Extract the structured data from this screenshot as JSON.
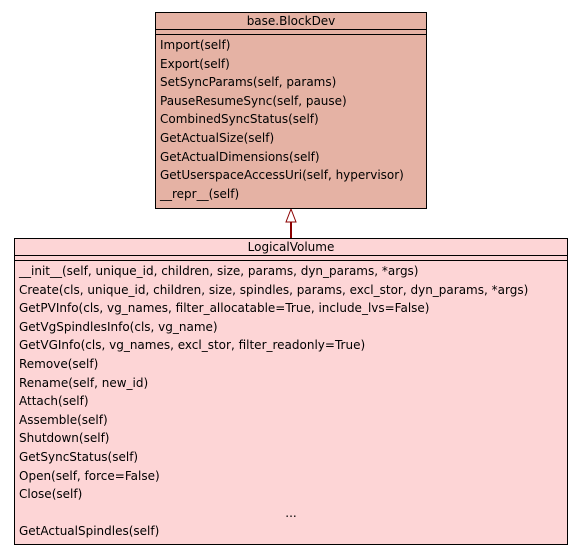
{
  "base_class": {
    "name": "base.BlockDev",
    "operations": [
      "Import(self)",
      "Export(self)",
      "SetSyncParams(self, params)",
      "PauseResumeSync(self, pause)",
      "CombinedSyncStatus(self)",
      "GetActualSize(self)",
      "GetActualDimensions(self)",
      "GetUserspaceAccessUri(self, hypervisor)",
      "__repr__(self)"
    ]
  },
  "derived_class": {
    "name": "LogicalVolume",
    "operations": [
      "__init__(self, unique_id, children, size, params, dyn_params, *args)",
      "Create(cls, unique_id, children, size, spindles, params, excl_stor, dyn_params, *args)",
      "GetPVInfo(cls, vg_names, filter_allocatable=True, include_lvs=False)",
      "GetVgSpindlesInfo(cls, vg_name)",
      "GetVGInfo(cls, vg_names, excl_stor, filter_readonly=True)",
      "Remove(self)",
      "Rename(self, new_id)",
      "Attach(self)",
      "Assemble(self)",
      "Shutdown(self)",
      "GetSyncStatus(self)",
      "Open(self, force=False)",
      "Close(self)",
      "...",
      "GetActualSpindles(self)"
    ]
  },
  "relationship": {
    "type": "inheritance",
    "from": "LogicalVolume",
    "to": "base.BlockDev"
  },
  "colors": {
    "base_fill": "#e5b2a4",
    "derived_fill": "#fdd5d6",
    "edge": "#8b0000"
  }
}
